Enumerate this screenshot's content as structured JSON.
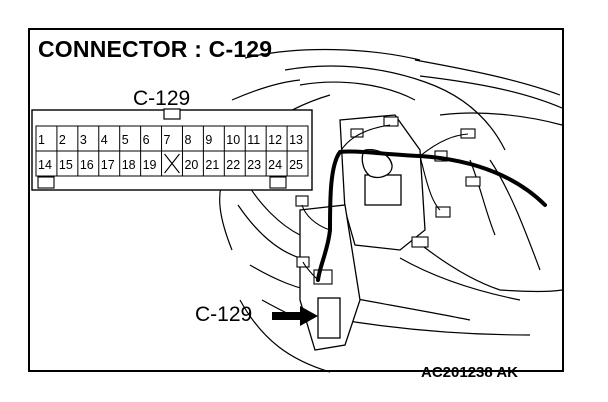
{
  "title": "CONNECTOR : C-129",
  "connector_label": "C-129",
  "callout_label": "C-129",
  "figure_code": "AC201238  AK",
  "pins_top": [
    "1",
    "2",
    "3",
    "4",
    "5",
    "6",
    "7",
    "8",
    "9",
    "10",
    "11",
    "12",
    "13"
  ],
  "pins_bottom": [
    "14",
    "15",
    "16",
    "17",
    "18",
    "19",
    "",
    "20",
    "21",
    "22",
    "23",
    "24",
    "25"
  ]
}
